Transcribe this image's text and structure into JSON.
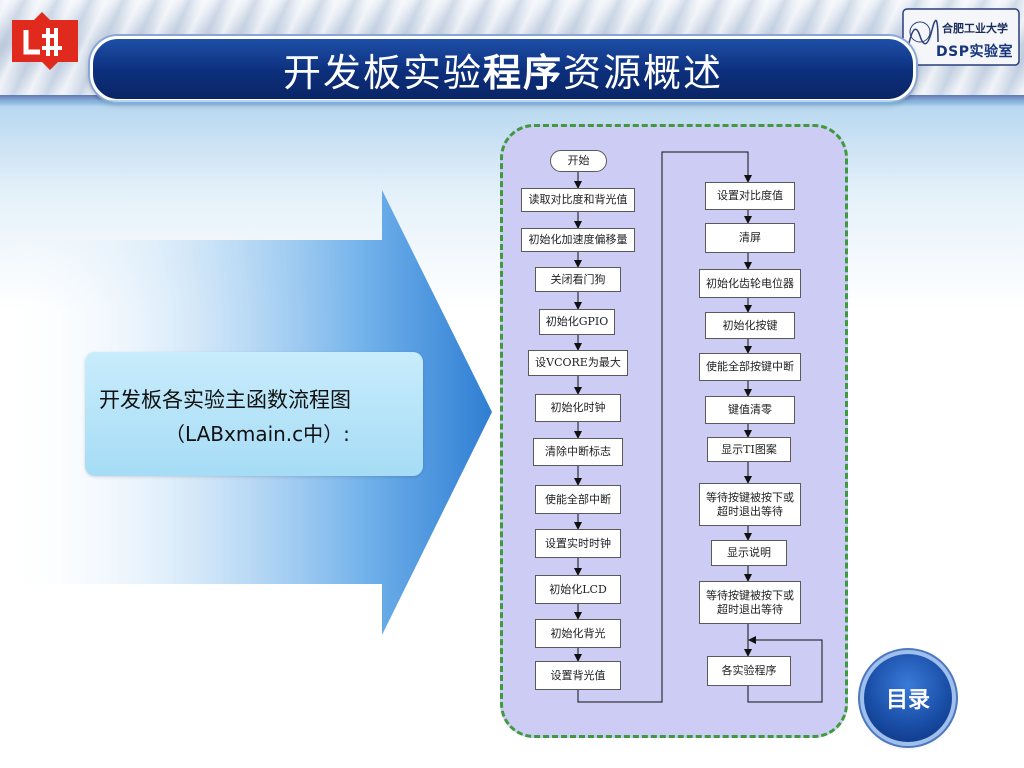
{
  "header": {
    "title_normal_1": "开发板实验",
    "title_bold": "程序",
    "title_normal_2": "资源概述",
    "logo_right_line1": "合肥工业大学",
    "logo_right_line2": "DSP实验室"
  },
  "label": {
    "line1": "开发板各实验主函数流程图",
    "line2": "（LABxmain.c中）:"
  },
  "flowchart": {
    "left_column": [
      "开始",
      "读取对比度和背光值",
      "初始化加速度偏移量",
      "关闭看门狗",
      "初始化GPIO",
      "设VCORE为最大",
      "初始化时钟",
      "清除中断标志",
      "使能全部中断",
      "设置实时时钟",
      "初始化LCD",
      "初始化背光",
      "设置背光值"
    ],
    "right_column": [
      "设置对比度值",
      "清屏",
      "初始化齿轮电位器",
      "初始化按键",
      "使能全部按键中断",
      "键值清零",
      "显示TI图案",
      "等待按键被按下或\n超时退出等待",
      "显示说明",
      "等待按键被按下或\n超时退出等待",
      "各实验程序"
    ]
  },
  "menu_button": {
    "label": "目录"
  },
  "colors": {
    "title_bar": "#0c2f7c",
    "panel_bg": "#ccccf4",
    "panel_border": "#3f9a3f",
    "label_box": "#a6dcf6",
    "arrow": "#3a86d6"
  }
}
